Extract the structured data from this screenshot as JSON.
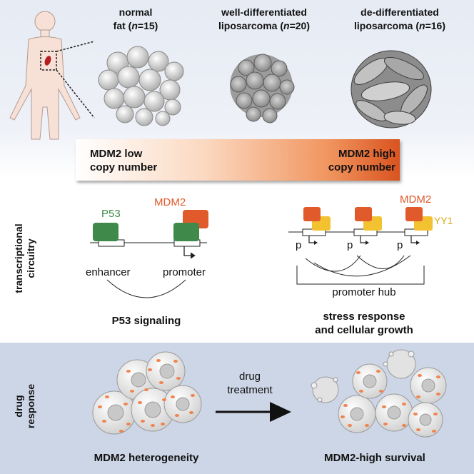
{
  "header": {
    "normal_fat": [
      "normal",
      "fat (",
      "n",
      "=15)"
    ],
    "wd": [
      "well-differentiated",
      "liposarcoma (",
      "n",
      "=20)"
    ],
    "dd": [
      "de-differentiated",
      "liposarcoma (",
      "n",
      "=16)"
    ]
  },
  "copy_bar": {
    "low_line1": "MDM2 low",
    "low_line2": "copy number",
    "high_line1": "MDM2 high",
    "high_line2": "copy number",
    "colors": {
      "start": "#ffffff",
      "end": "#d9531f"
    }
  },
  "circuitry": {
    "side_label": [
      "transcriptional",
      "circuitry"
    ],
    "left": {
      "p53": "P53",
      "mdm2": "MDM2",
      "enhancer": "enhancer",
      "promoter": "promoter",
      "caption": "P53 signaling"
    },
    "right": {
      "mdm2": "MDM2",
      "yy1": "YY1",
      "p": "p",
      "hub": "promoter hub",
      "caption_line1": "stress response",
      "caption_line2": "and cellular growth"
    },
    "colors": {
      "p53": "#3f8a4a",
      "mdm2": "#e05a2b",
      "yy1": "#f2c230"
    }
  },
  "drug": {
    "side_label": [
      "drug",
      "response"
    ],
    "arrow_line1": "drug",
    "arrow_line2": "treatment",
    "left_caption": "MDM2 heterogeneity",
    "right_caption": "MDM2-high survival"
  }
}
